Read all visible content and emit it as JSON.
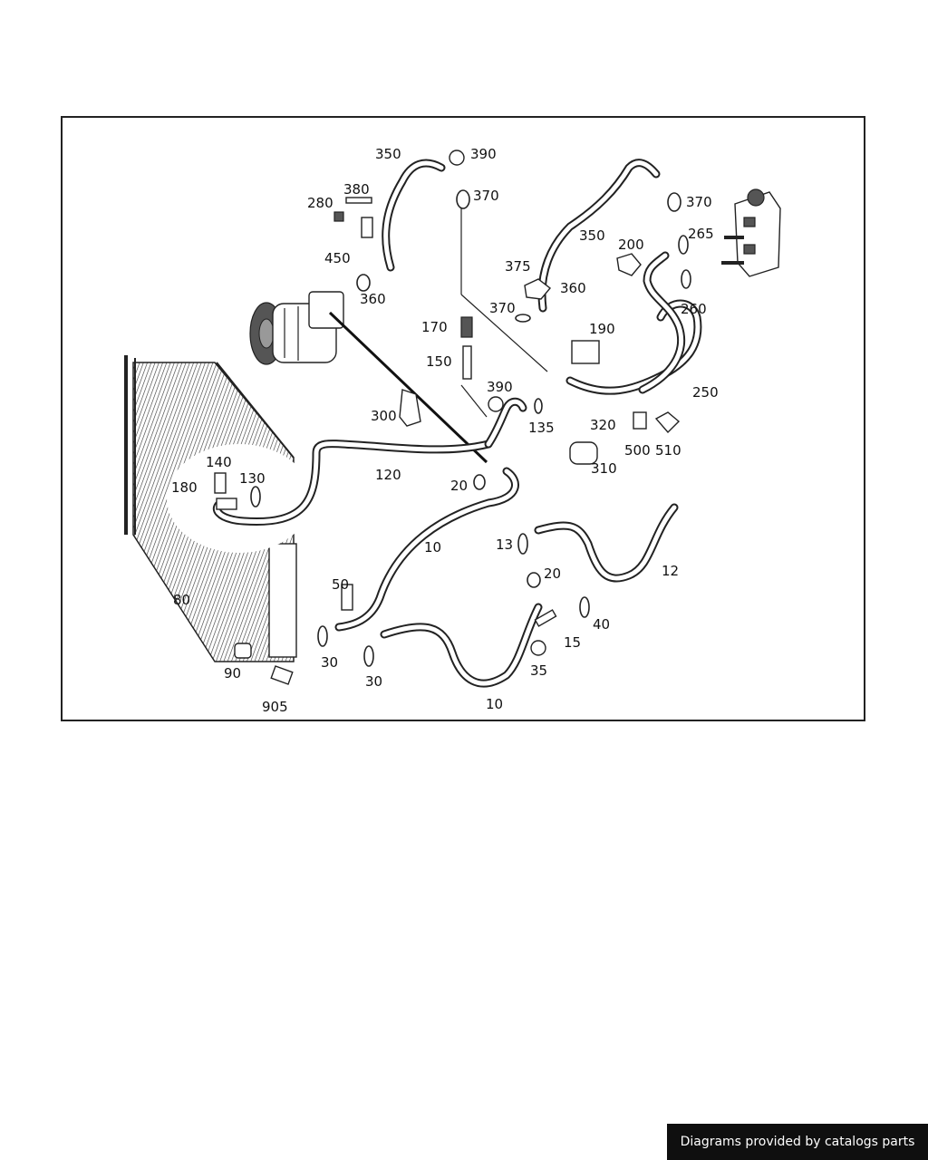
{
  "diagram": {
    "labels": [
      "350",
      "390",
      "380",
      "280",
      "370",
      "450",
      "360",
      "370",
      "350",
      "200",
      "265",
      "375",
      "360",
      "370",
      "260",
      "170",
      "190",
      "150",
      "390",
      "250",
      "300",
      "135",
      "320",
      "500",
      "510",
      "310",
      "140",
      "180",
      "130",
      "120",
      "20",
      "10",
      "13",
      "12",
      "50",
      "20",
      "40",
      "15",
      "35",
      "80",
      "30",
      "30",
      "10",
      "90",
      "905"
    ]
  },
  "footer": {
    "text": "Diagrams provided by catalogs parts"
  }
}
